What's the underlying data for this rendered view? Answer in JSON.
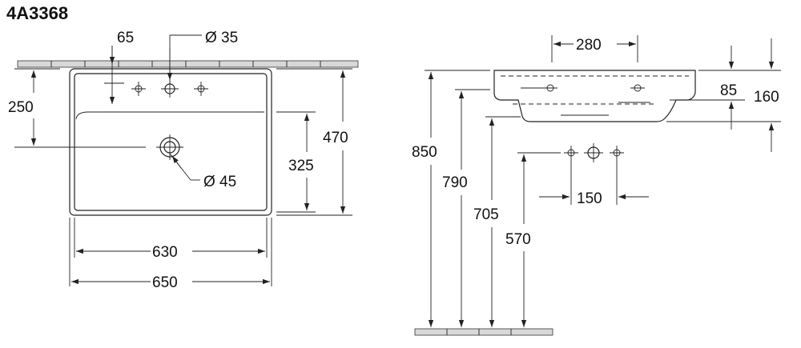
{
  "model_number": "4A3368",
  "dimensions": {
    "tap_offset": "65",
    "tap_hole_diameter": "Ø 35",
    "overflow_height": "250",
    "depth_total": "470",
    "depth_bowl": "325",
    "drain_diameter": "Ø 45",
    "inner_width": "630",
    "outer_width": "650",
    "side_width": "280",
    "rim_thickness": "85",
    "basin_height": "160",
    "install_height": "850",
    "underside_height": "790",
    "drain_height": "705",
    "waste_height": "570",
    "tap_spacing": "150"
  }
}
